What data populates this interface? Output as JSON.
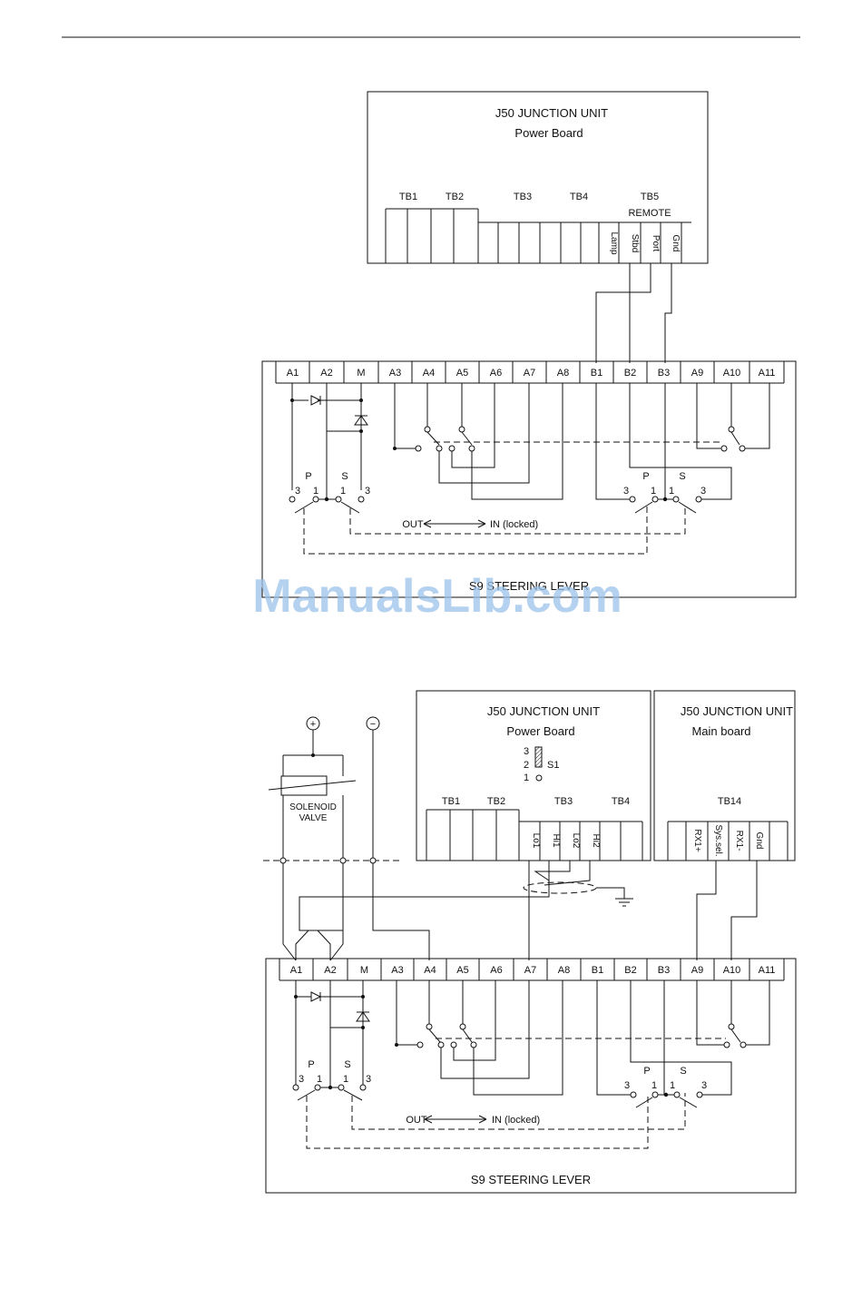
{
  "top_diagram": {
    "unit_title": "J50 JUNCTION UNIT",
    "board_title": "Power Board",
    "tb_labels": [
      "TB1",
      "TB2",
      "TB3",
      "TB4",
      "TB5"
    ],
    "tb5_sub": "REMOTE",
    "tb5_terminals": [
      "Lamp",
      "Stbd",
      "Port",
      "Gnd"
    ],
    "lever_terminals": [
      "A1",
      "A2",
      "M",
      "A3",
      "A4",
      "A5",
      "A6",
      "A7",
      "A8",
      "B1",
      "B2",
      "B3",
      "A9",
      "A10",
      "A11"
    ],
    "switch_labels": {
      "p": "P",
      "s": "S",
      "n3": "3",
      "n1": "1"
    },
    "out_label": "OUT",
    "in_label": "IN  (locked)",
    "lever_title": "S9  STEERING  LEVER"
  },
  "bottom_diagram": {
    "power_unit_title": "J50  JUNCTION  UNIT",
    "power_board_title": "Power  Board",
    "s1_positions": [
      "3",
      "2",
      "1"
    ],
    "s1_label": "S1",
    "power_tb_labels": [
      "TB1",
      "TB2",
      "TB3",
      "TB4"
    ],
    "tb3_terminals": [
      "Lo1",
      "Hi1",
      "Lo2",
      "Hi2"
    ],
    "main_unit_title": "J50  JUNCTION  UNIT",
    "main_board_title": "Main  board",
    "tb14_label": "TB14",
    "tb14_terminals": [
      "RX1+",
      "Sys.sel.",
      "RX1-",
      "Gnd"
    ],
    "solenoid_label_1": "SOLENOID",
    "solenoid_label_2": "VALVE",
    "plus_symbol": "+",
    "minus_symbol": "−",
    "lever_terminals": [
      "A1",
      "A2",
      "M",
      "A3",
      "A4",
      "A5",
      "A6",
      "A7",
      "A8",
      "B1",
      "B2",
      "B3",
      "A9",
      "A10",
      "A11"
    ],
    "out_label": "OUT",
    "in_label": "IN  (locked)",
    "lever_title": "S9  STEERING  LEVER"
  },
  "watermark": "ManualsLib.com"
}
